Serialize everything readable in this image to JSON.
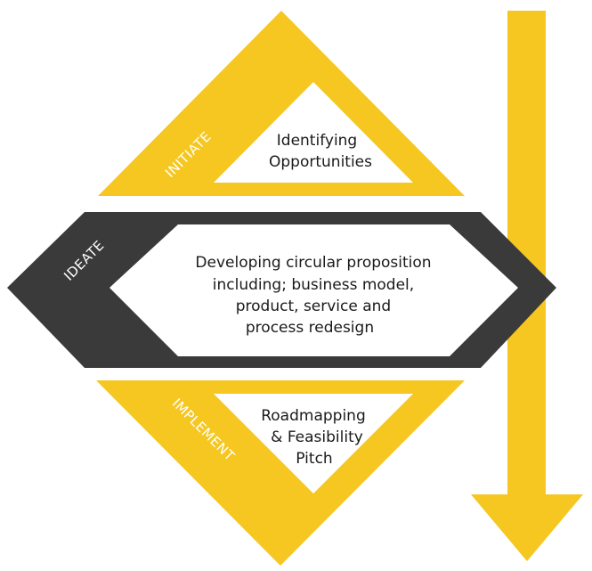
{
  "colors": {
    "yellow": "#F5C720",
    "dark": "#3A3A3A",
    "white": "#FFFFFF",
    "text": "#1A1A1A"
  },
  "stages": {
    "initiate": {
      "label": "INITIATE",
      "lines": [
        "Identifying",
        "Opportunities"
      ]
    },
    "ideate": {
      "label": "IDEATE",
      "lines": [
        "Developing circular proposition",
        "including; business model,",
        "product, service and",
        "process redesign"
      ]
    },
    "implement": {
      "label": "IMPLEMENT",
      "lines": [
        "Roadmapping",
        "& Feasibility",
        "Pitch"
      ]
    }
  }
}
